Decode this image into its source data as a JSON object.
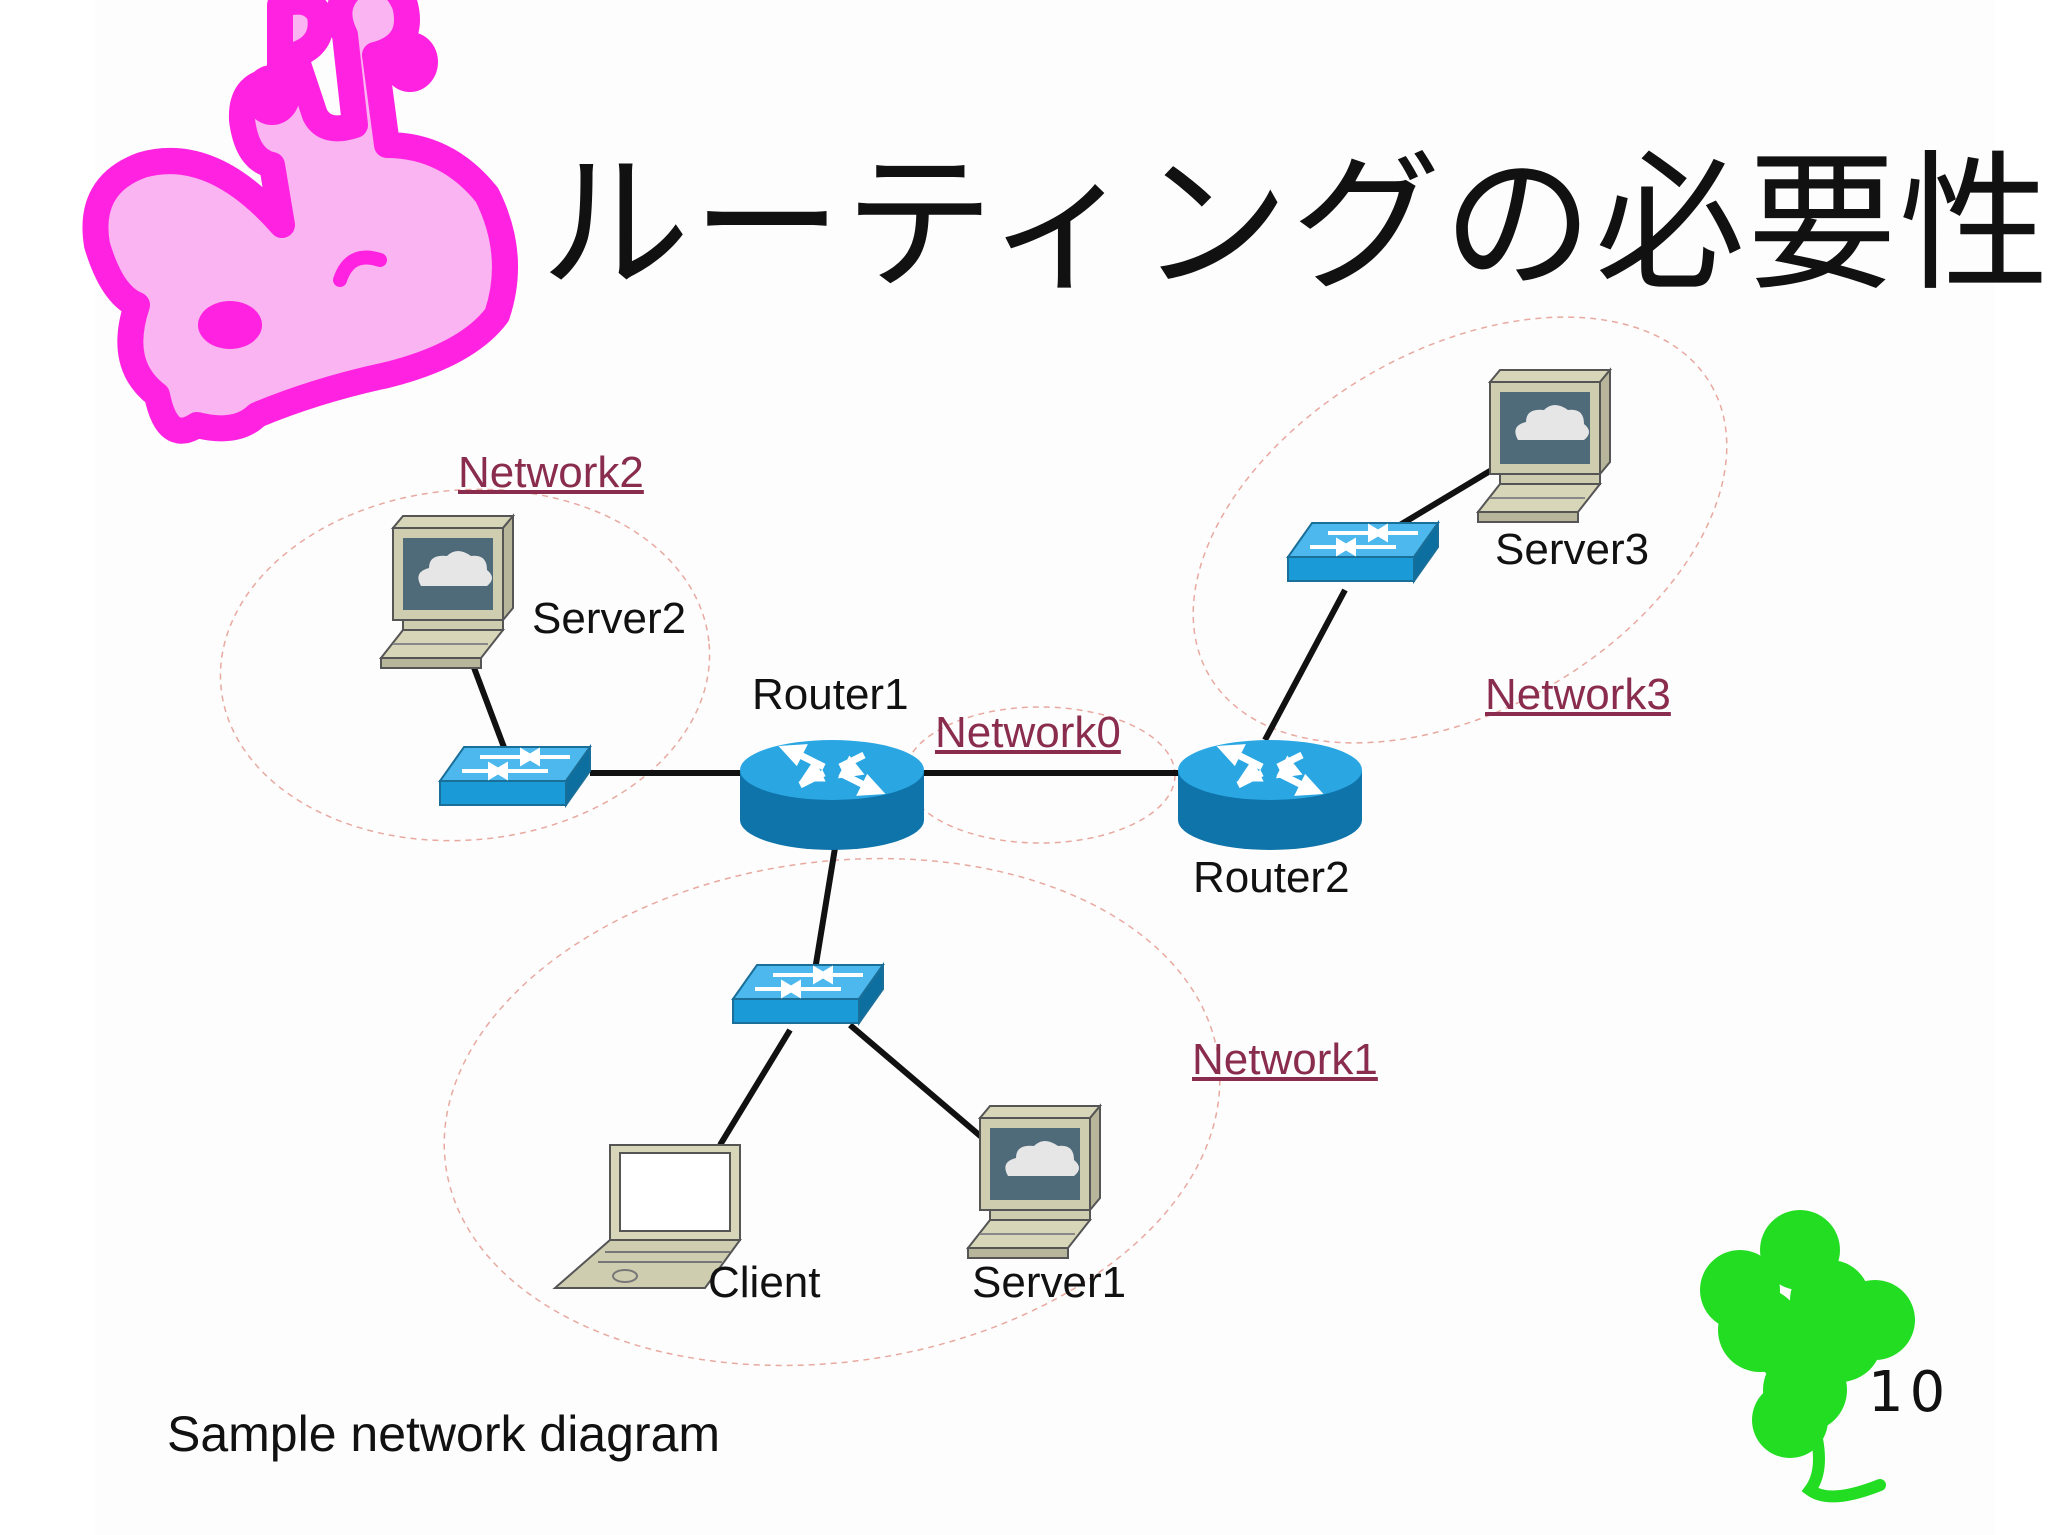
{
  "slide": {
    "title": "ルーティングの必要性",
    "caption": "Sample network diagram",
    "page_number": "10"
  },
  "nodes": {
    "server1": "Server1",
    "server2": "Server2",
    "server3": "Server3",
    "client": "Client",
    "router1": "Router1",
    "router2": "Router2"
  },
  "networks": {
    "network0": "Network0",
    "network1": "Network1",
    "network2": "Network2",
    "network3": "Network3"
  },
  "colors": {
    "device_blue": "#1a9ad6",
    "link_color": "#8a2c4d",
    "giraffe_pink": "#ff22e0",
    "clover_green": "#22dd22"
  }
}
